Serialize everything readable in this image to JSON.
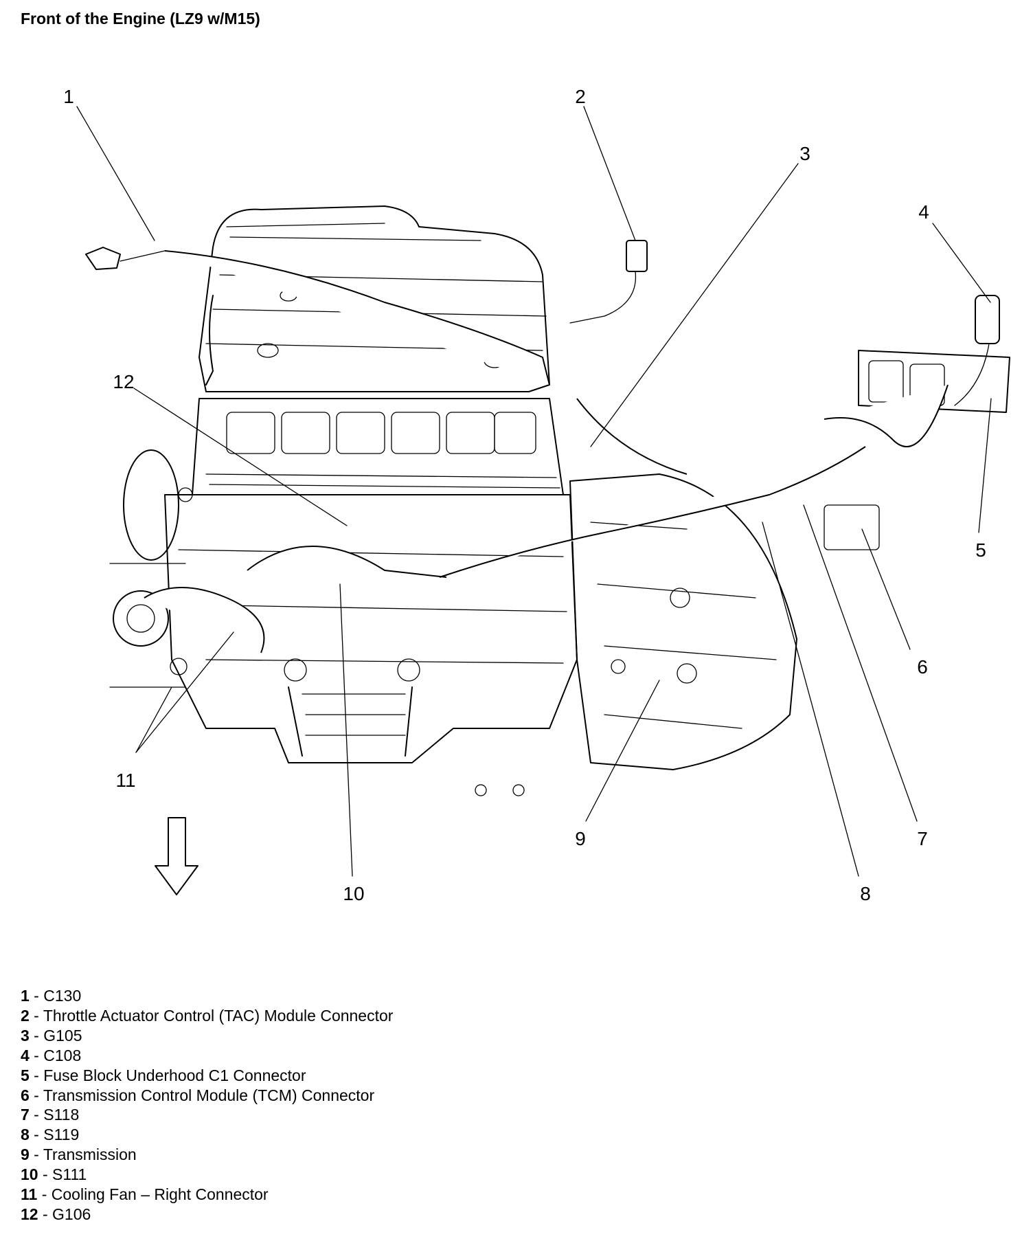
{
  "title": "Front of the Engine (LZ9 w/M15)",
  "callouts": [
    "1",
    "2",
    "3",
    "4",
    "5",
    "6",
    "7",
    "8",
    "9",
    "10",
    "11",
    "12"
  ],
  "legend": [
    {
      "num": "1",
      "sep": " - ",
      "text": "C130"
    },
    {
      "num": "2",
      "sep": " - ",
      "text": "Throttle Actuator Control (TAC) Module Connector"
    },
    {
      "num": "3",
      "sep": " - ",
      "text": "G105"
    },
    {
      "num": "4",
      "sep": " - ",
      "text": "C108"
    },
    {
      "num": "5",
      "sep": " - ",
      "text": "Fuse Block Underhood C1 Connector"
    },
    {
      "num": "6",
      "sep": " - ",
      "text": "Transmission Control Module (TCM) Connector"
    },
    {
      "num": "7",
      "sep": " - ",
      "text": "S118"
    },
    {
      "num": "8",
      "sep": " - ",
      "text": "S119"
    },
    {
      "num": "9",
      "sep": " - ",
      "text": "Transmission"
    },
    {
      "num": "10",
      "sep": " - ",
      "text": "S111"
    },
    {
      "num": "11",
      "sep": " - ",
      "text": "Cooling Fan – Right Connector"
    },
    {
      "num": "12",
      "sep": " - ",
      "text": "G106"
    }
  ]
}
